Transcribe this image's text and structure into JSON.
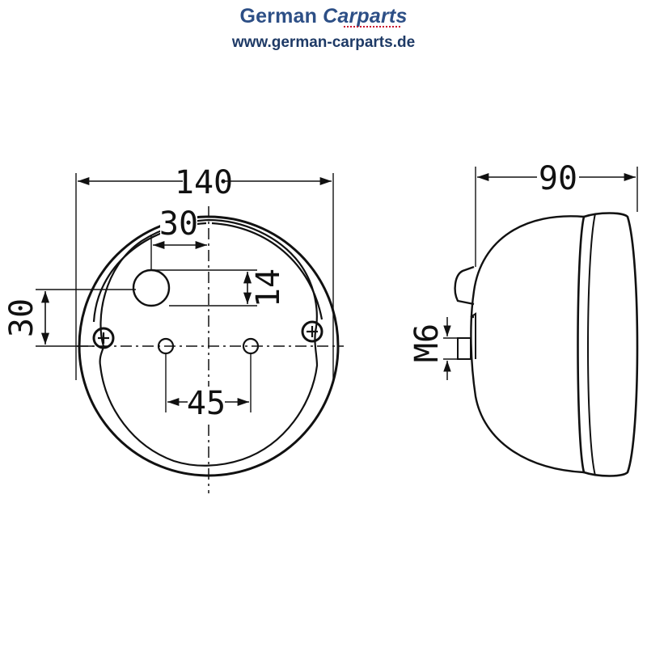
{
  "brand": {
    "name_part1": "German",
    "name_part2": "Carparts",
    "url": "www.german-carparts.de",
    "color": "#2d4f86",
    "accent": "#c8102e"
  },
  "drawing": {
    "front_view": {
      "width_label": "140",
      "offset_label": "30",
      "hole_vertical_label": "14",
      "left_height_label": "30",
      "hole_spacing_label": "45"
    },
    "side_view": {
      "depth_label": "90",
      "thread_label": "M6"
    },
    "line_color": "#111111"
  }
}
